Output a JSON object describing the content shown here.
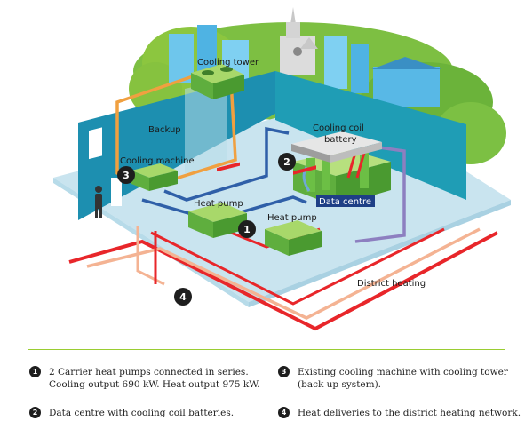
{
  "labels": {
    "cooling_tower": "Cooling tower",
    "backup": "Backup",
    "cooling_coil_battery_1": "Cooling coil",
    "cooling_coil_battery_2": "battery",
    "cooling_machine": "Cooling machine",
    "heat_pump_1": "Heat pump",
    "heat_pump_2": "Heat pump",
    "data_centre": "Data centre",
    "district_heating": "District heating"
  },
  "markers": {
    "m1": "1",
    "m2": "2",
    "m3": "3",
    "m4": "4"
  },
  "legend": {
    "item1": {
      "num": "1",
      "line1": "2 Carrier heat pumps connected in series.",
      "line2": "Cooling output 690 kW. Heat output 975 kW."
    },
    "item2": {
      "num": "2",
      "line1": "Data centre with cooling coil batteries."
    },
    "item3": {
      "num": "3",
      "line1": "Existing cooling machine with cooling tower",
      "line2": "(back up system)."
    },
    "item4": {
      "num": "4",
      "line1": "Heat deliveries to the district heating network."
    }
  },
  "colors": {
    "cold_pipe": "#2f5fa8",
    "warm_pipe": "#f0a040",
    "district_pipe": "#e8262a",
    "return_pipe": "#f4b393",
    "data_pipe": "#8d7fc0",
    "ground": "#c9e4ef",
    "wall": "#1f9db5",
    "equipment": "#5fae3e",
    "accent": "#9acd32"
  }
}
